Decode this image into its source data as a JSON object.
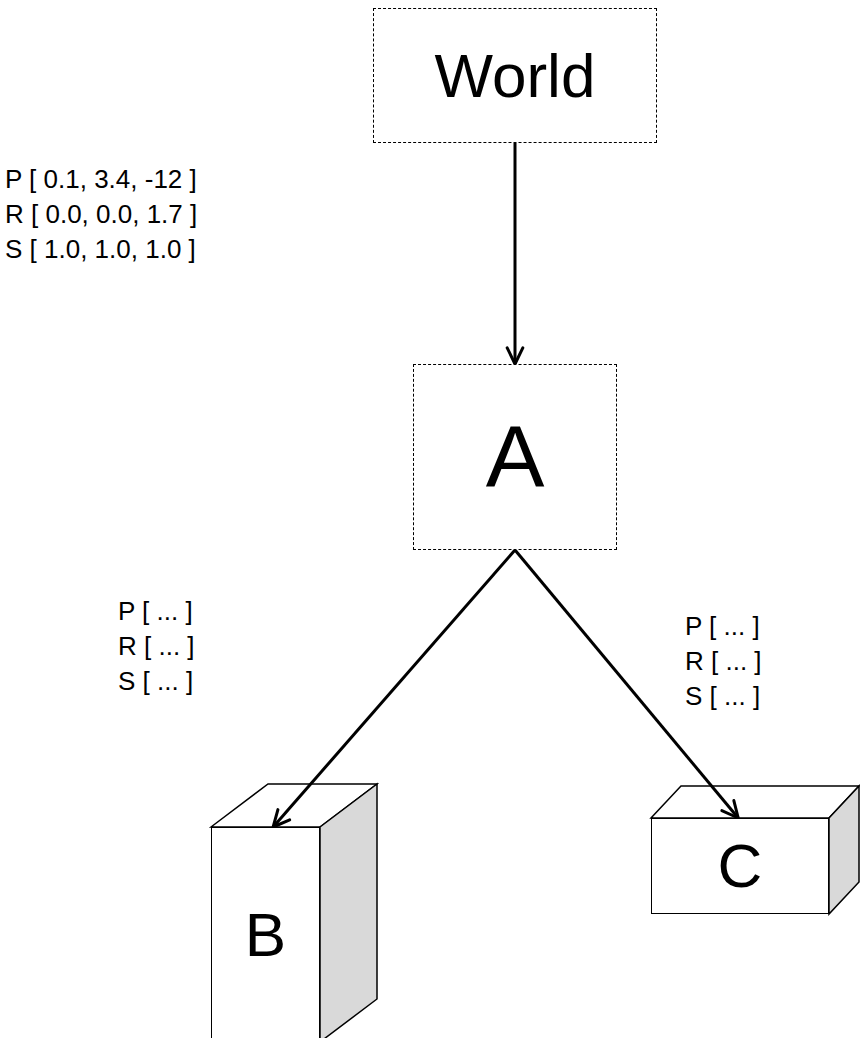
{
  "diagram": {
    "nodes": [
      {
        "text": [
          "World"
        ]
      },
      {
        "text": [
          "A"
        ]
      },
      {
        "text": [
          "B"
        ]
      },
      {
        "text": [
          "C"
        ]
      }
    ],
    "edges": [
      {
        "from": 0,
        "to": 1,
        "arrow": "to"
      },
      {
        "from": 1,
        "to": 2,
        "arrow": "to"
      },
      {
        "from": 1,
        "to": 3,
        "arrow": "to"
      }
    ],
    "labels": [
      "P [ 0.1, 3.4, -12 ]",
      "R [ 0.0, 0.0, 1.7 ]",
      "S [ 1.0, 1.0, 1.0 ]",
      "P [ ... ]",
      "R [ ... ]",
      "S [ ... ]",
      "P [ ... ]",
      "R [ ... ]",
      "S [ ... ]"
    ]
  }
}
